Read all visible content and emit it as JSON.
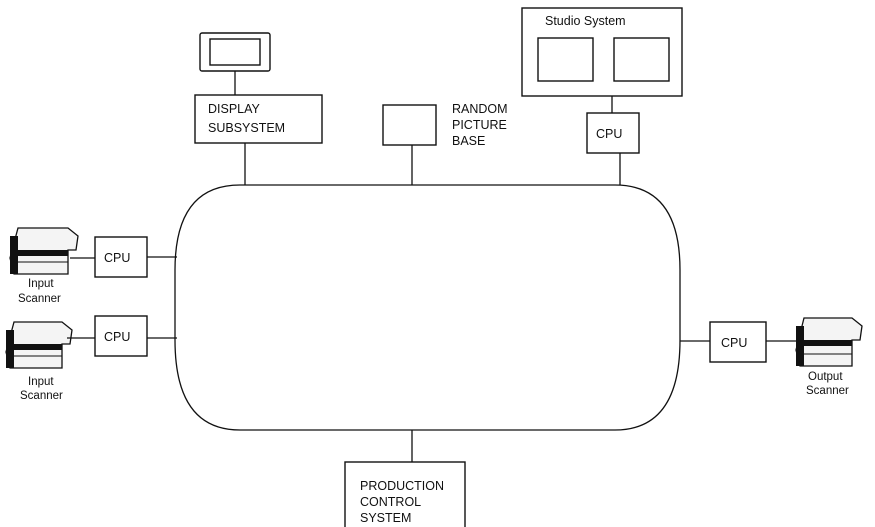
{
  "labels": {
    "display_line1": "DISPLAY",
    "display_line2": "SUBSYSTEM",
    "random_line1": "RANDOM",
    "random_line2": "PICTURE",
    "random_line3": "BASE",
    "studio_title": "Studio System",
    "cpu": "CPU",
    "production_line1": "PRODUCTION",
    "production_line2": "CONTROL",
    "production_line3": "SYSTEM",
    "input_scanner_line1": "Input",
    "input_scanner_line2": "Scanner",
    "output_scanner_line1": "Output",
    "output_scanner_line2": "Scanner"
  },
  "icons": {
    "monitor": "monitor-icon",
    "scanner": "scanner-icon"
  }
}
